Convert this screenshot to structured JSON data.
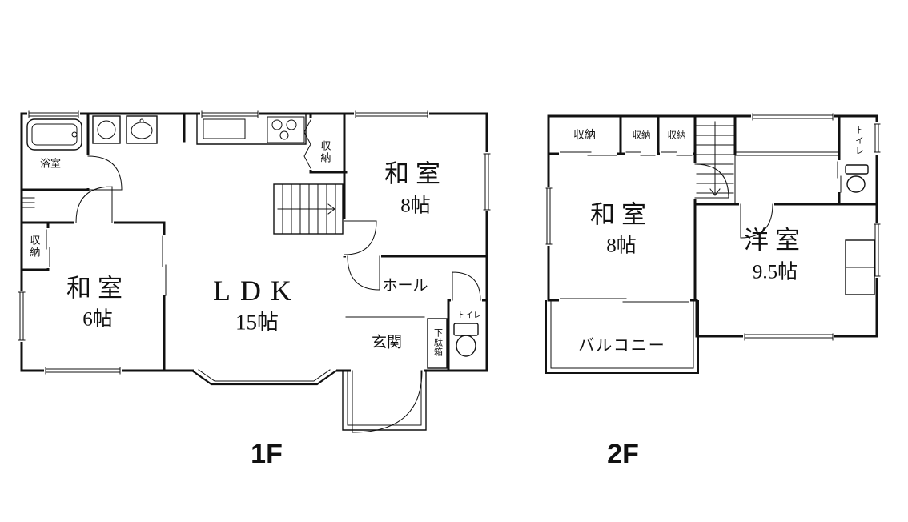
{
  "colors": {
    "line": "#111111",
    "background": "#ffffff"
  },
  "floors": [
    {
      "label": "1F",
      "rooms": {
        "bath": {
          "name": "浴室"
        },
        "closet_top": {
          "name": "収納"
        },
        "washitsu8": {
          "name": "和室",
          "size": "8帖"
        },
        "closet_left": {
          "name": "収納"
        },
        "washitsu6": {
          "name": "和室",
          "size": "6帖"
        },
        "ldk": {
          "name": "LDK",
          "size": "15帖"
        },
        "hall": {
          "name": "ホール"
        },
        "genkan": {
          "name": "玄関"
        },
        "shoe_cabinet": {
          "name": "下駄箱"
        },
        "toilet": {
          "name": "トイレ"
        }
      }
    },
    {
      "label": "2F",
      "rooms": {
        "closet_a": {
          "name": "収納"
        },
        "closet_b": {
          "name": "収納"
        },
        "closet_c": {
          "name": "収納"
        },
        "toilet": {
          "name": "トイレ"
        },
        "washitsu8": {
          "name": "和室",
          "size": "8帖"
        },
        "youshitsu": {
          "name": "洋室",
          "size": "9.5帖"
        },
        "balcony": {
          "name": "バルコニー"
        }
      }
    }
  ]
}
